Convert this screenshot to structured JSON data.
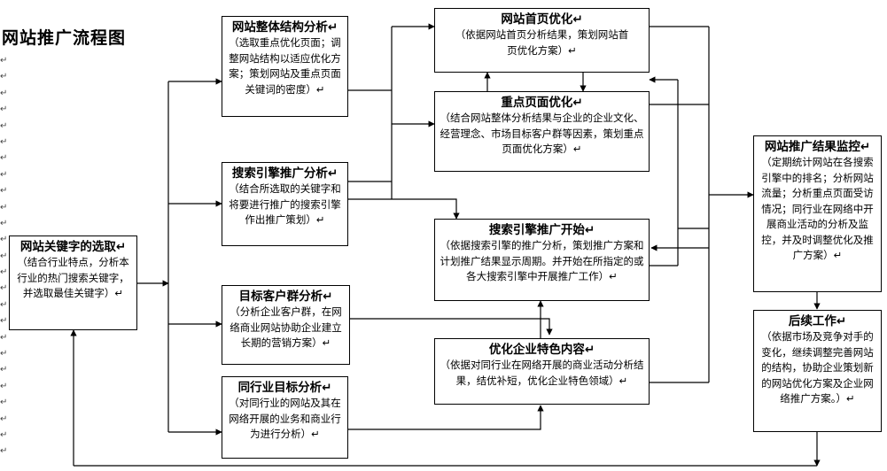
{
  "page": {
    "title": "网站推广流程图",
    "para_mark": "↵"
  },
  "nodes": {
    "keyword": {
      "title": "网站关键字的选取↵",
      "desc": "（结合行业特点，分析本行业的热门搜索关键字，并选取最佳关键字）↵"
    },
    "structure": {
      "title": "网站整体结构分析↵",
      "desc": "（选取重点优化页面；调整网站结构以适应优化方案；策划网站及重点页面关键词的密度）↵"
    },
    "search": {
      "title": "搜索引擎推广分析↵",
      "desc": "（结合所选取的关键字和将要进行推广的搜索引擎作出推广策划）↵"
    },
    "customer": {
      "title": "目标客户群分析↵",
      "desc": "（分析企业客户群，在网络商业网站协助企业建立长期的营销方案）↵"
    },
    "peer": {
      "title": "同行业目标分析↵",
      "desc": "（对同行业的网站及其在网络开展的业务和商业行为进行分析）↵"
    },
    "homepage": {
      "title": "网站首页优化↵",
      "desc": "（依据网站首页分析结果，策划网站首页优化方案）↵"
    },
    "keypage": {
      "title": "重点页面优化↵",
      "desc": "（结合网站整体分析结果与企业的企业文化、经营理念、市场目标客户群等因素，策划重点页面优化方案）↵"
    },
    "start": {
      "title": "搜索引擎推广开始↵",
      "desc": "（依据搜索引擎的推广分析，策划推广方案和计划推广结果显示周期。并开始在所指定的或各大搜索引擎中开展推广工作）↵"
    },
    "feature": {
      "title": "优化企业特色内容↵",
      "desc": "（依据对同行业在网络开展的商业活动分析结果，结优补短，优化企业特色领域）↵"
    },
    "monitor": {
      "title": "网站推广结果监控↵",
      "desc": "（定期统计网站在各搜索引擎中的排名；分析网站流量；分析重点页面受访情况；同行业在网络中开展商业活动的分析及监控，并及时调整优化及推广方案）↵"
    },
    "followup": {
      "title": "后续工作↵",
      "desc": "（依据市场及竞争对手的变化，继续调整完善网站的结构，协助企业策划新的网站优化方案及企业网络推广方案。）↵"
    }
  }
}
